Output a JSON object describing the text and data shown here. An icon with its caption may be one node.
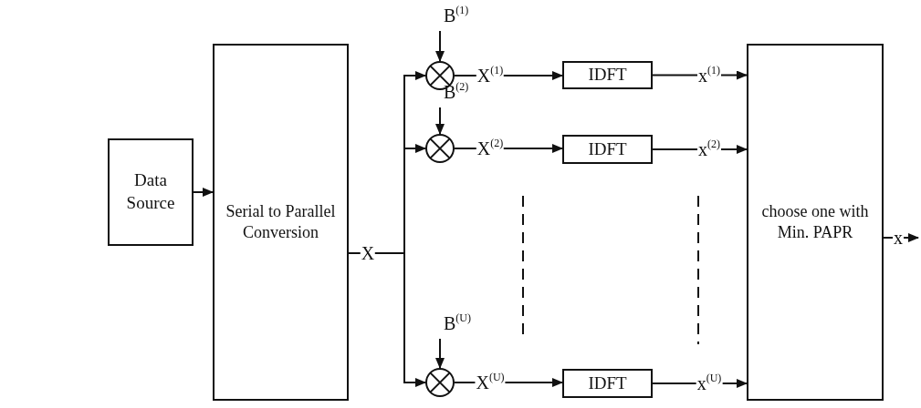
{
  "diagram": {
    "nodes": [
      {
        "text": [
          "Data Source"
        ]
      },
      {
        "text": [
          "Serial to Parallel Conversion"
        ]
      },
      {
        "text": [
          "B$^{(1)}$"
        ]
      },
      {
        "text": [],
        "shape": "circle"
      },
      {
        "text": [
          "IDFT"
        ]
      },
      {
        "text": [
          "B$^{(2)}$"
        ]
      },
      {
        "text": [],
        "shape": "circle"
      },
      {
        "text": [
          "IDFT"
        ]
      },
      {
        "text": [
          "B$^{(U)}$"
        ]
      },
      {
        "text": [],
        "shape": "circle"
      },
      {
        "text": [
          "IDFT"
        ]
      },
      {
        "text": [
          "choose one with Min. PAPR"
        ]
      }
    ],
    "edges": [
      {
        "from": 0,
        "to": 1,
        "arrow": "to"
      },
      {
        "from": 1,
        "to": 3,
        "arrow": "to",
        "label": "X"
      },
      {
        "from": 1,
        "to": 6,
        "arrow": "to"
      },
      {
        "from": 1,
        "to": 9,
        "arrow": "to"
      },
      {
        "from": 2,
        "to": 3,
        "arrow": "to"
      },
      {
        "from": 5,
        "to": 6,
        "arrow": "to"
      },
      {
        "from": 8,
        "to": 9,
        "arrow": "to"
      },
      {
        "from": 3,
        "to": 4,
        "arrow": "to",
        "label": "X$^{(1)}$"
      },
      {
        "from": 6,
        "to": 7,
        "arrow": "to",
        "label": "X$^{(2)}$"
      },
      {
        "from": 9,
        "to": 10,
        "arrow": "to",
        "label": "X$^{(U)}$"
      },
      {
        "from": 4,
        "to": 11,
        "arrow": "to",
        "label": "x$^{(1)}$"
      },
      {
        "from": 7,
        "to": 11,
        "arrow": "to",
        "label": "x$^{(2)}$"
      },
      {
        "from": 10,
        "to": 11,
        "arrow": "to",
        "label": "x$^{(U)}$"
      },
      {
        "from": 11,
        "to": null,
        "arrow": "to",
        "label": "x"
      }
    ]
  }
}
